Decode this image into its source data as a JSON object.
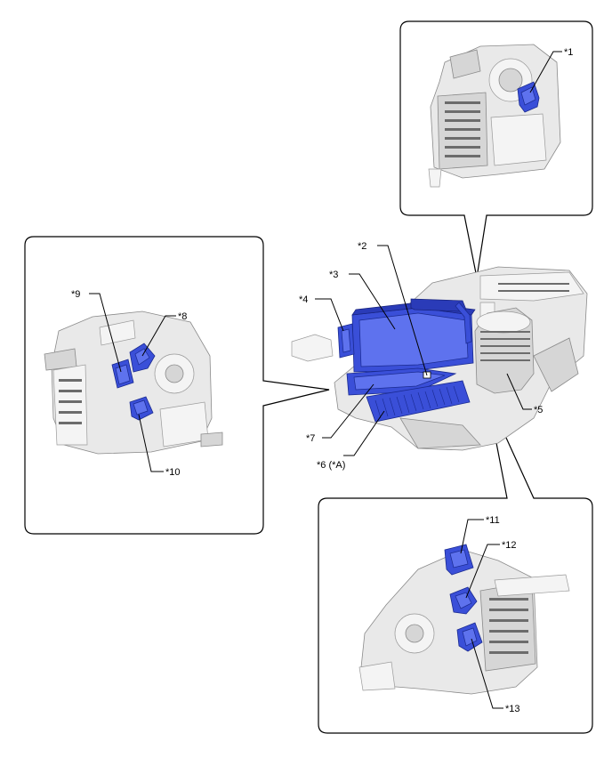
{
  "callouts": {
    "c1": "*1",
    "c2": "*2",
    "c3": "*3",
    "c4": "*4",
    "c5": "*5",
    "c6": "*6 (*A)",
    "c7": "*7",
    "c8": "*8",
    "c9": "*9",
    "c10": "*10",
    "c11": "*11",
    "c12": "*12",
    "c13": "*13"
  },
  "colors": {
    "highlight_part": "#3a4fd8",
    "housing": "#e9e9e9",
    "outline": "#000000"
  }
}
